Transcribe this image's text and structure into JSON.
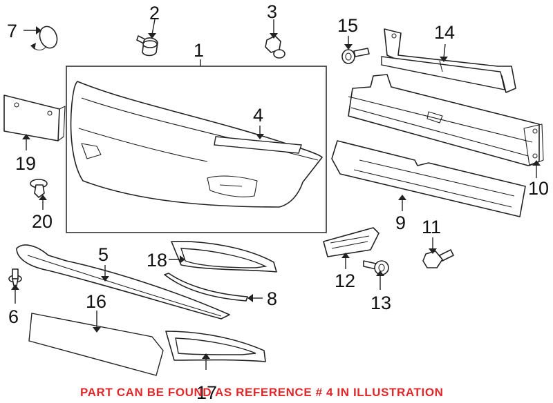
{
  "callouts": {
    "c1": "1",
    "c2": "2",
    "c3": "3",
    "c4": "4",
    "c5": "5",
    "c6": "6",
    "c7": "7",
    "c8": "8",
    "c9": "9",
    "c10": "10",
    "c11": "11",
    "c12": "12",
    "c13": "13",
    "c14": "14",
    "c15": "15",
    "c16": "16",
    "c17": "17",
    "c18": "18",
    "c19": "19",
    "c20": "20"
  },
  "footnote": "PART CAN BE FOUND AS REFERENCE # 4 IN ILLUSTRATION",
  "colors": {
    "footnote": "#e0282a",
    "line": "#222222"
  }
}
